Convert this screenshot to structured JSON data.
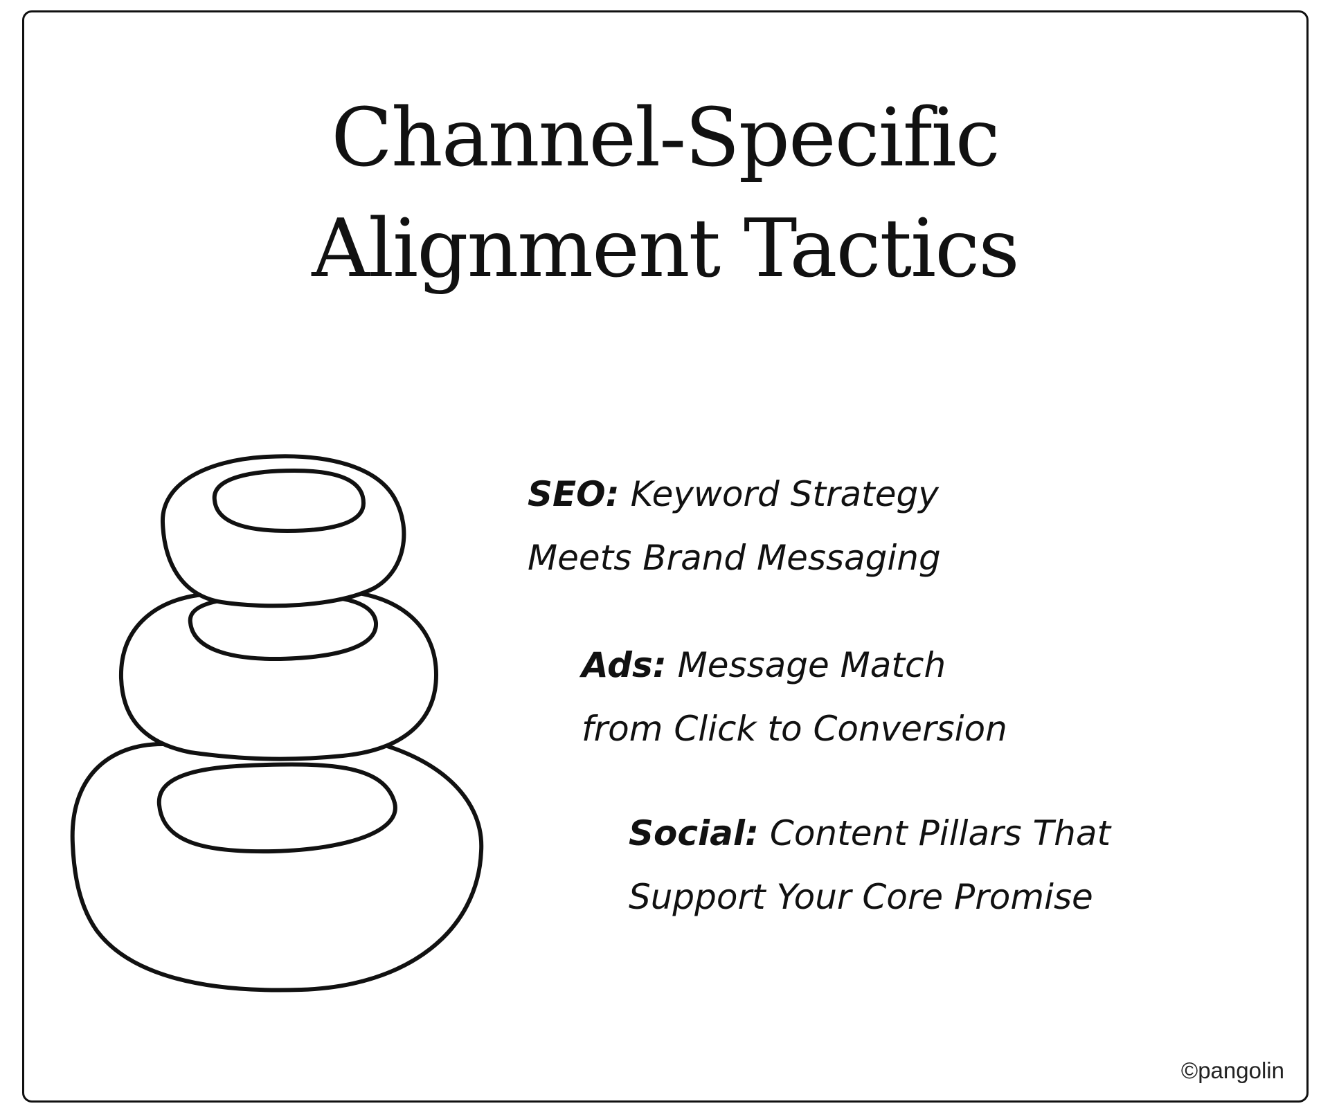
{
  "title": {
    "line1": "Channel-Specific",
    "line2": "Alignment Tactics"
  },
  "tactics": [
    {
      "label": "SEO:",
      "line1_rest": " Keyword Strategy",
      "line2": "Meets Brand Messaging"
    },
    {
      "label": "Ads:",
      "line1_rest": " Message Match",
      "line2": "from Click to Conversion"
    },
    {
      "label": "Social:",
      "line1_rest": " Content Pillars That",
      "line2": "Support Your Core Promise"
    }
  ],
  "illustration": {
    "icon": "stacked-rings-icon",
    "stroke_color": "#111111"
  },
  "footer": {
    "copyright": "©pangolin"
  }
}
